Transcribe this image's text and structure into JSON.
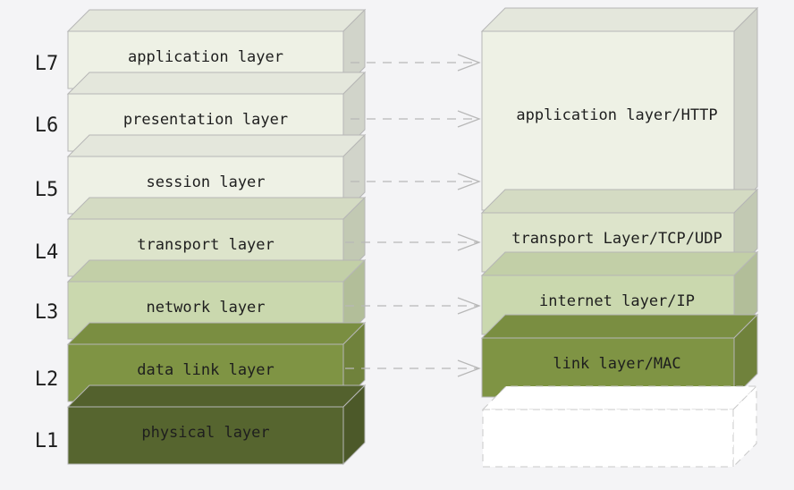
{
  "osi": {
    "levels": [
      "L7",
      "L6",
      "L5",
      "L4",
      "L3",
      "L2",
      "L1"
    ],
    "layers": [
      {
        "label": "application layer",
        "color": "#eef1e5"
      },
      {
        "label": "presentation layer",
        "color": "#eef1e5"
      },
      {
        "label": "session layer",
        "color": "#eef1e5"
      },
      {
        "label": "transport layer",
        "color": "#dde4cb"
      },
      {
        "label": "network layer",
        "color": "#cad8ae"
      },
      {
        "label": "data link layer",
        "color": "#7f9444"
      },
      {
        "label": "physical layer",
        "color": "#56652f"
      }
    ]
  },
  "tcpip": {
    "layers": [
      {
        "label": "application layer/HTTP",
        "color": "#eef1e5"
      },
      {
        "label": "transport Layer/TCP/UDP",
        "color": "#dde4cb"
      },
      {
        "label": "internet layer/IP",
        "color": "#cad8ae"
      },
      {
        "label": "link layer/MAC",
        "color": "#7f9444"
      }
    ]
  },
  "colors": {
    "background": "#f4f4f6",
    "connector": "#b8b8b8",
    "outline": "#b6b6b6"
  }
}
